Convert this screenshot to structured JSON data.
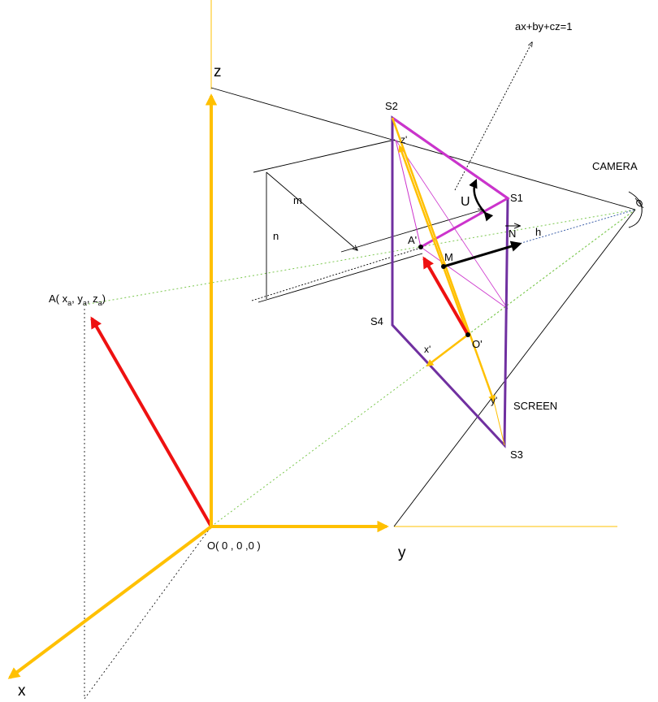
{
  "labels": {
    "z_axis": "z",
    "y_axis": "y",
    "x_axis": "x",
    "origin": "O( 0 , 0 ,0 )",
    "point_a_prefix": "A( x",
    "point_a_sub1": "a",
    "point_a_sep1": ", y",
    "point_a_sub2": "a",
    "point_a_sep2": ", z",
    "point_a_sub3": "a",
    "point_a_suffix": ")",
    "plane_eq": "ax+by+cz=1",
    "camera": "CAMERA",
    "screen": "SCREEN",
    "s1": "S1",
    "s2": "S2",
    "s3": "S3",
    "s4": "S4",
    "m": "m",
    "n": "n",
    "u": "U",
    "n_vec": "N",
    "h": "h",
    "a_prime": "A'",
    "m_point": "M",
    "o_prime": "O'",
    "x_prime": "x'",
    "y_prime": "y'",
    "z_prime": "z'"
  },
  "colors": {
    "axis": "#FFC000",
    "vector_red": "#EE1111",
    "screen_frame": "#7030A0",
    "magenta": "#CC33CC",
    "guide_green": "#7CC850",
    "guide_blue": "#3B5EA8",
    "black": "#000000"
  }
}
